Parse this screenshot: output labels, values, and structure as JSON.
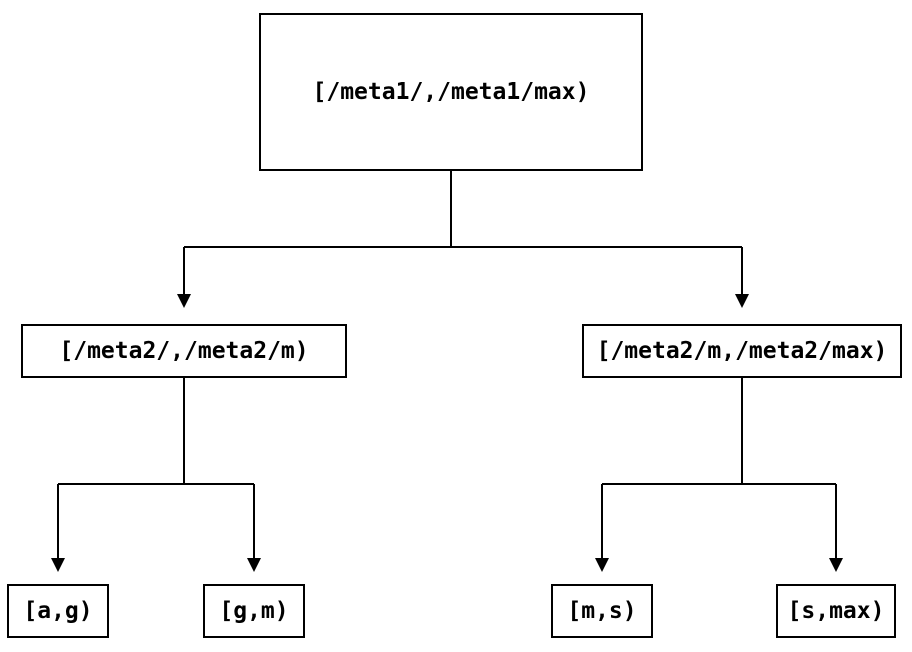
{
  "colors": {
    "background": "#ffffff",
    "node_fill": "#ffffff",
    "line": "#000000",
    "text": "#000000"
  },
  "tree": {
    "type": "binary-interval-tree",
    "root": {
      "label": "[/meta1/,/meta1/max)",
      "children": [
        {
          "label": "[/meta2/,/meta2/m)",
          "children": [
            {
              "label": "[a,g)"
            },
            {
              "label": "[g,m)"
            }
          ]
        },
        {
          "label": "[/meta2/m,/meta2/max)",
          "children": [
            {
              "label": "[m,s)"
            },
            {
              "label": "[s,max)"
            }
          ]
        }
      ]
    }
  }
}
